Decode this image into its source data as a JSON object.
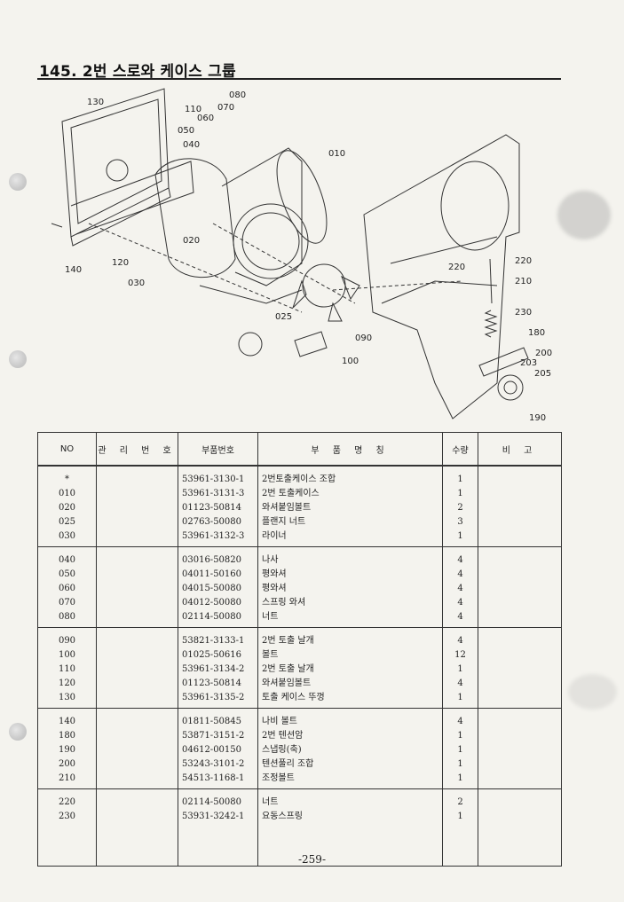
{
  "page": {
    "title": "145. 2번 스로와 케이스 그룹",
    "page_number": "-259-"
  },
  "diagram": {
    "callouts": [
      "080",
      "070",
      "060",
      "050",
      "040",
      "110",
      "130",
      "010",
      "020",
      "140",
      "120",
      "030",
      "025",
      "090",
      "100",
      "220",
      "220",
      "210",
      "230",
      "180",
      "200",
      "203",
      "205",
      "190"
    ]
  },
  "table": {
    "headers": [
      "NO",
      "관 리 번 호",
      "부품번호",
      "부 품 명 칭",
      "수량",
      "비 고"
    ],
    "groups": [
      [
        {
          "no": "*",
          "part": "53961-3130-1",
          "name": "2번토출케이스 조합",
          "qty": "1"
        },
        {
          "no": "010",
          "part": "53961-3131-3",
          "name": "2번 토출케이스",
          "qty": "1"
        },
        {
          "no": "020",
          "part": "01123-50814",
          "name": "와셔붙임볼트",
          "qty": "2"
        },
        {
          "no": "025",
          "part": "02763-50080",
          "name": "플랜지 너트",
          "qty": "3"
        },
        {
          "no": "030",
          "part": "53961-3132-3",
          "name": "라이너",
          "qty": "1"
        }
      ],
      [
        {
          "no": "040",
          "part": "03016-50820",
          "name": "나사",
          "qty": "4"
        },
        {
          "no": "050",
          "part": "04011-50160",
          "name": "평와셔",
          "qty": "4"
        },
        {
          "no": "060",
          "part": "04015-50080",
          "name": "평와셔",
          "qty": "4"
        },
        {
          "no": "070",
          "part": "04012-50080",
          "name": "스프링 와셔",
          "qty": "4"
        },
        {
          "no": "080",
          "part": "02114-50080",
          "name": "너트",
          "qty": "4"
        }
      ],
      [
        {
          "no": "090",
          "part": "53821-3133-1",
          "name": "2번 토출 날개",
          "qty": "4"
        },
        {
          "no": "100",
          "part": "01025-50616",
          "name": "볼트",
          "qty": "12"
        },
        {
          "no": "110",
          "part": "53961-3134-2",
          "name": "2번 토출 날개",
          "qty": "1"
        },
        {
          "no": "120",
          "part": "01123-50814",
          "name": "와셔붙임볼트",
          "qty": "4"
        },
        {
          "no": "130",
          "part": "53961-3135-2",
          "name": "토출 케이스 뚜껑",
          "qty": "1"
        }
      ],
      [
        {
          "no": "140",
          "part": "01811-50845",
          "name": "나비 볼트",
          "qty": "4"
        },
        {
          "no": "180",
          "part": "53871-3151-2",
          "name": "2번 텐션암",
          "qty": "1"
        },
        {
          "no": "190",
          "part": "04612-00150",
          "name": "스냅링(축)",
          "qty": "1"
        },
        {
          "no": "200",
          "part": "53243-3101-2",
          "name": "텐션풀리 조합",
          "qty": "1"
        },
        {
          "no": "210",
          "part": "54513-1168-1",
          "name": "조정볼트",
          "qty": "1"
        }
      ],
      [
        {
          "no": "220",
          "part": "02114-50080",
          "name": "너트",
          "qty": "2"
        },
        {
          "no": "230",
          "part": "53931-3242-1",
          "name": "요동스프링",
          "qty": "1"
        }
      ]
    ]
  }
}
